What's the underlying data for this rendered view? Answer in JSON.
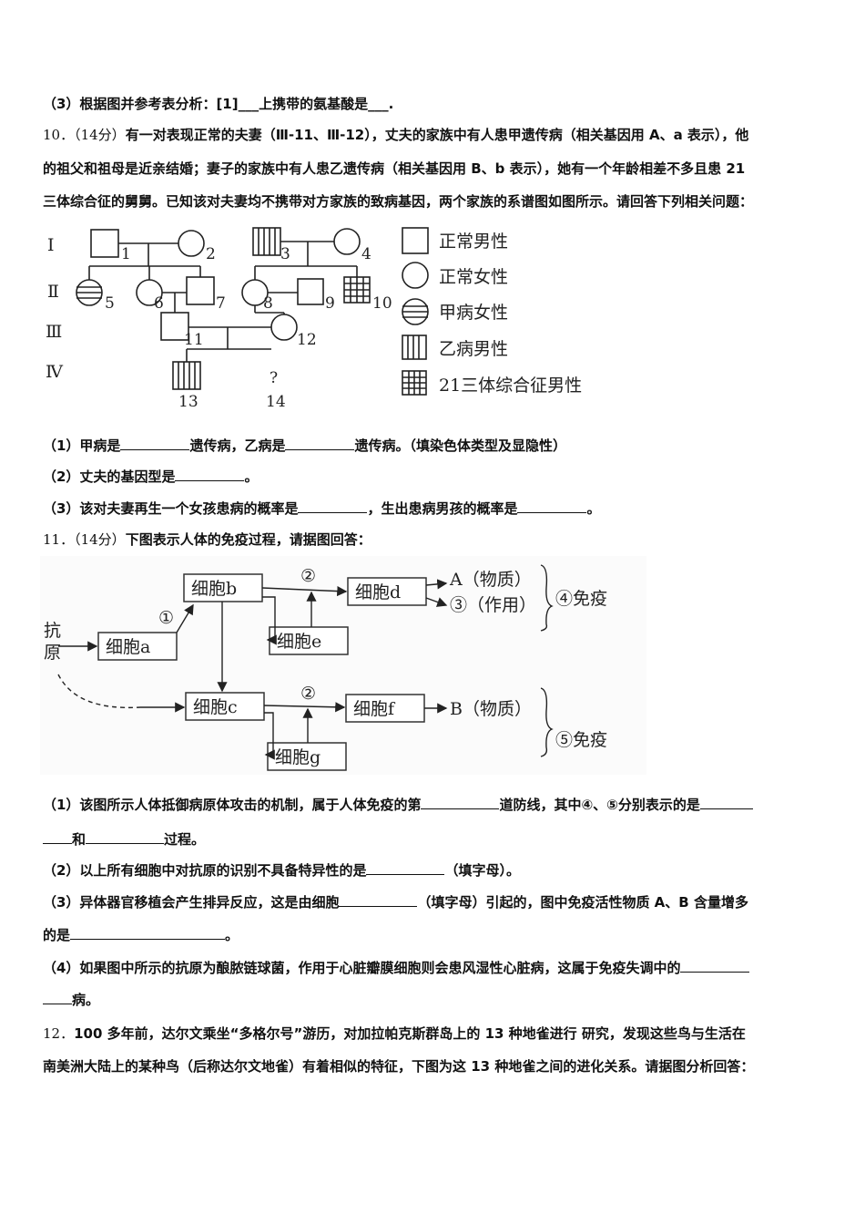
{
  "lines": {
    "l1": "（3）根据图并参考表分析：[1]___上携带的氨基酸是___.",
    "q10_num": "10．（14分）",
    "q10_a": "有一对表现正常的夫妻（Ⅲ-11、Ⅲ-12），丈夫的家族中有人患甲遗传病（相关基因用 A、a 表示），他",
    "q10_b": "的祖父和祖母是近亲结婚；妻子的家族中有人患乙遗传病（相关基因用 B、b 表示），她有一个年龄相差不多且患 21",
    "q10_c": "三体综合征的舅舅。已知该对夫妻均不携带对方家族的致病基因，两个家族的系谱图如图所示。请回答下列相关问题：",
    "q10_1a": "（1）甲病是",
    "q10_1b": "遗传病，乙病是",
    "q10_1c": "遗传病。（填染色体类型及显隐性）",
    "q10_2a": "（2）丈夫的基因型是",
    "q10_2b": "。",
    "q10_3a": "（3）该对夫妻再生一个女孩患病的概率是",
    "q10_3b": "，生出患病男孩的概率是",
    "q10_3c": "。",
    "q11_num": "11．（14分）",
    "q11_a": "下图表示人体的免疫过程，请据图回答：",
    "q11_1a": "（1）该图所示人体抵御病原体攻击的机制，属于人体免疫的第",
    "q11_1b": "道防线，其中④、⑤分别表示的是",
    "q11_1c": "和",
    "q11_1d": "过程。",
    "q11_2a": "（2）以上所有细胞中对抗原的识别不具备特异性的是",
    "q11_2b": "（填字母）。",
    "q11_3a": "（3）异体器官移植会产生排异反应，这是由细胞",
    "q11_3b": "（填字母）引起的，图中免疫活性物质 A、B 含量增多",
    "q11_3c": "的是",
    "q11_3d": "。",
    "q11_4a": "（4）如果图中所示的抗原为酿脓链球菌，作用于心脏瓣膜细胞则会患风湿性心脏病，这属于免疫失调中的",
    "q11_4b": "病。",
    "q12_num": "12．",
    "q12_a": "100 多年前，达尔文乘坐“多格尔号”游历，对加拉帕克斯群岛上的 13 种地雀进行 研究，发现这些鸟与生活在",
    "q12_b": "南美洲大陆上的某种鸟（后称达尔文地雀）有着相似的特征，下图为这 13 种地雀之间的进化关系。请据图分析回答："
  },
  "pedigree": {
    "generations": [
      "Ⅰ",
      "Ⅱ",
      "Ⅲ",
      "Ⅳ"
    ],
    "ids": [
      "1",
      "2",
      "3",
      "4",
      "5",
      "6",
      "7",
      "8",
      "9",
      "10",
      "11",
      "12",
      "13",
      "14"
    ],
    "unknown": "?",
    "legend": [
      "正常男性",
      "正常女性",
      "甲病女性",
      "乙病男性",
      "21三体综合征男性"
    ]
  },
  "immune": {
    "antigen": "抗原",
    "cell_a": "细胞a",
    "cell_b": "细胞b",
    "cell_c": "细胞c",
    "cell_d": "细胞d",
    "cell_e": "细胞e",
    "cell_f": "细胞f",
    "cell_g": "细胞g",
    "step1": "①",
    "step2": "②",
    "out_a": "A（物质）",
    "out_3": "③（作用）",
    "out_b": "B（物质）",
    "imm4": "④免疫",
    "imm5": "⑤免疫"
  }
}
